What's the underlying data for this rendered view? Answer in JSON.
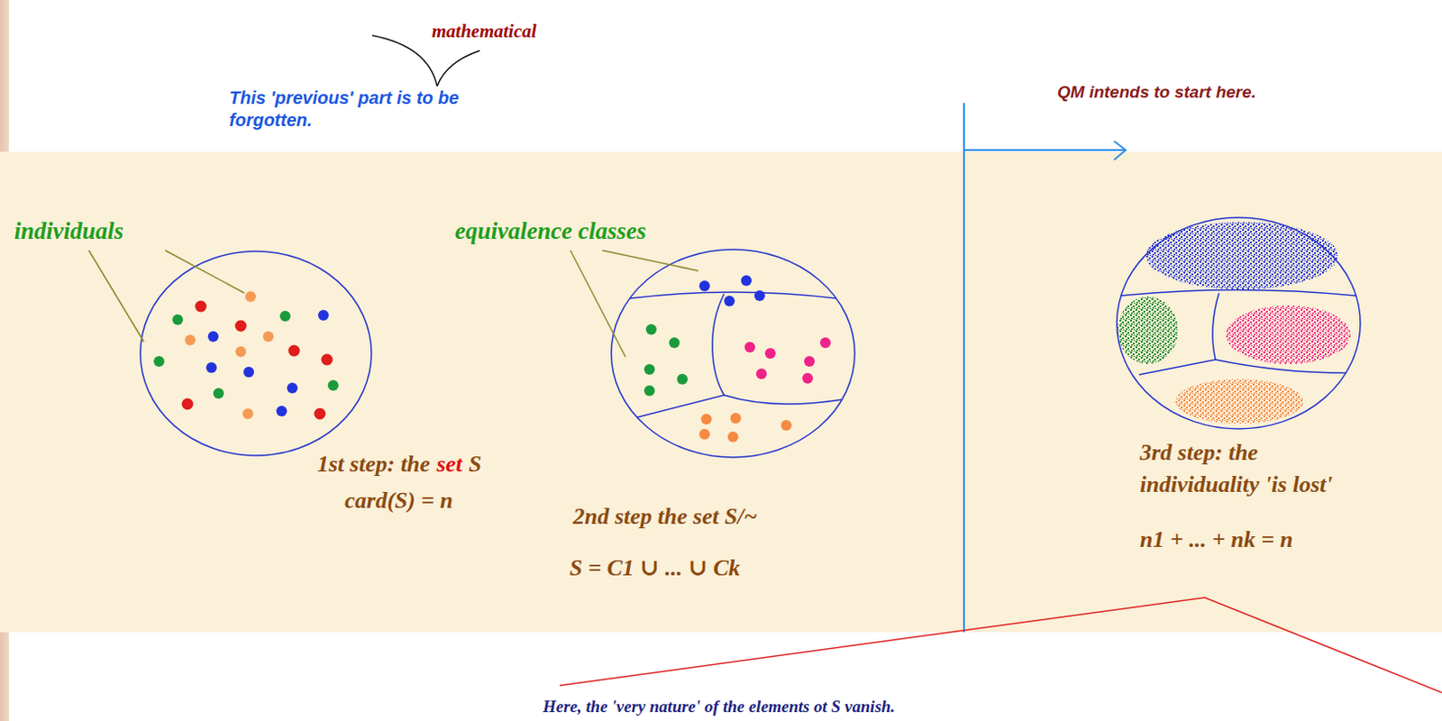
{
  "diagram": {
    "labels": [
      "mathematical",
      "This 'previous' part is to be forgotten.",
      "QM intends to start here.",
      "individuals",
      "equivalence classes",
      "1st step: the",
      "set",
      "S",
      "card(S) = n",
      "2nd step the set S/~",
      "S = C1 ∪ ... ∪ Ck",
      "3rd step: the individuality 'is lost'",
      "n1 + ... + nk = n",
      "Here, the 'very nature' of the elements ot S vanish."
    ]
  }
}
